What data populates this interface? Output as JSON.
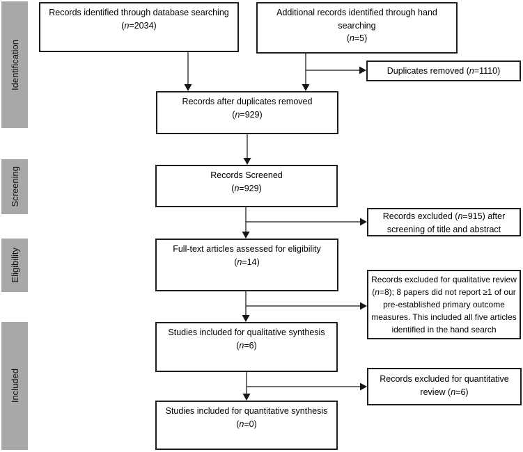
{
  "diagram": {
    "stages": [
      {
        "label": "Identification"
      },
      {
        "label": "Screening"
      },
      {
        "label": "Eligibility"
      },
      {
        "label": "Included"
      }
    ],
    "boxes": {
      "database_search": {
        "lines": [
          [
            {
              "t": "Records identified through database searching"
            }
          ],
          [
            {
              "t": "("
            },
            {
              "t": "n",
              "i": 1
            },
            {
              "t": "=2034)"
            }
          ]
        ]
      },
      "hand_search": {
        "lines": [
          [
            {
              "t": "Additional records identified through hand"
            }
          ],
          [
            {
              "t": "searching"
            }
          ],
          [
            {
              "t": "("
            },
            {
              "t": "n",
              "i": 1
            },
            {
              "t": "=5)"
            }
          ]
        ]
      },
      "duplicates_removed": {
        "lines": [
          [
            {
              "t": "Duplicates removed ("
            },
            {
              "t": "n",
              "i": 1
            },
            {
              "t": "=1110)"
            }
          ]
        ]
      },
      "after_duplicates": {
        "lines": [
          [
            {
              "t": "Records after duplicates removed"
            }
          ],
          [
            {
              "t": "("
            },
            {
              "t": "n",
              "i": 1
            },
            {
              "t": "=929)"
            }
          ]
        ]
      },
      "screened": {
        "lines": [
          [
            {
              "t": "Records Screened"
            }
          ],
          [
            {
              "t": "("
            },
            {
              "t": "n",
              "i": 1
            },
            {
              "t": "=929)"
            }
          ]
        ]
      },
      "excluded_screening": {
        "lines": [
          [
            {
              "t": "Records excluded ("
            },
            {
              "t": "n",
              "i": 1
            },
            {
              "t": "=915) after"
            }
          ],
          [
            {
              "t": "screening of title and abstract"
            }
          ]
        ]
      },
      "fulltext_assessed": {
        "lines": [
          [
            {
              "t": "Full-text articles assessed for eligibility"
            }
          ],
          [
            {
              "t": "("
            },
            {
              "t": "n",
              "i": 1
            },
            {
              "t": "=14)"
            }
          ]
        ]
      },
      "excluded_qualitative": {
        "lines": [
          [
            {
              "t": "Records excluded for qualitative review"
            }
          ],
          [
            {
              "t": "("
            },
            {
              "t": "n",
              "i": 1
            },
            {
              "t": "=8); 8 papers did not report ≥1 of our"
            }
          ],
          [
            {
              "t": "pre-established primary outcome"
            }
          ],
          [
            {
              "t": "measures. This included all five articles"
            }
          ],
          [
            {
              "t": "identified in the hand search"
            }
          ]
        ]
      },
      "qualitative_synthesis": {
        "lines": [
          [
            {
              "t": "Studies included for qualitative synthesis"
            }
          ],
          [
            {
              "t": "("
            },
            {
              "t": "n",
              "i": 1
            },
            {
              "t": "=6)"
            }
          ]
        ]
      },
      "excluded_quantitative": {
        "lines": [
          [
            {
              "t": "Records excluded for quantitative"
            }
          ],
          [
            {
              "t": "review ("
            },
            {
              "t": "n",
              "i": 1
            },
            {
              "t": "=6)"
            }
          ]
        ]
      },
      "quantitative_synthesis": {
        "lines": [
          [
            {
              "t": "Studies included for quantitative synthesis"
            }
          ],
          [
            {
              "t": "("
            },
            {
              "t": "n",
              "i": 1
            },
            {
              "t": "=0)"
            }
          ]
        ]
      }
    },
    "colors": {
      "stage_bar": "#a8a8a8",
      "box_border": "#1f1f1f",
      "connector": "#3d3d3d",
      "text": "#000000",
      "background": "#ffffff"
    }
  }
}
